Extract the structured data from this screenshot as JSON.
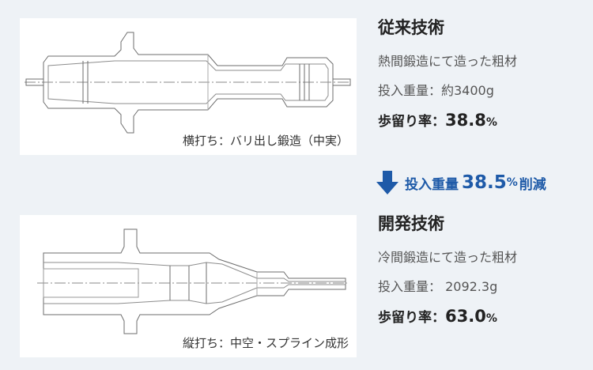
{
  "conventional": {
    "heading": "従来技術",
    "method": "熱間鍛造にて造った粗材",
    "input_weight": "投入重量：約3400g",
    "yield_label": "歩留り率：",
    "yield_value": "38.8",
    "yield_unit": "%",
    "caption": "横打ち：バリ出し鍛造（中実）"
  },
  "reduction": {
    "label": "投入重量",
    "value": "38.5",
    "unit": "%",
    "suffix": "削減",
    "icon": "arrow-down-icon",
    "color": "#1e5aa8"
  },
  "developed": {
    "heading": "開発技術",
    "method": "冷間鍛造にて造った粗材",
    "input_weight": "投入重量： 2092.3g",
    "yield_label": "歩留り率：",
    "yield_value": "63.0",
    "yield_unit": "%",
    "caption": "縦打ち：中空・スプライン成形"
  }
}
